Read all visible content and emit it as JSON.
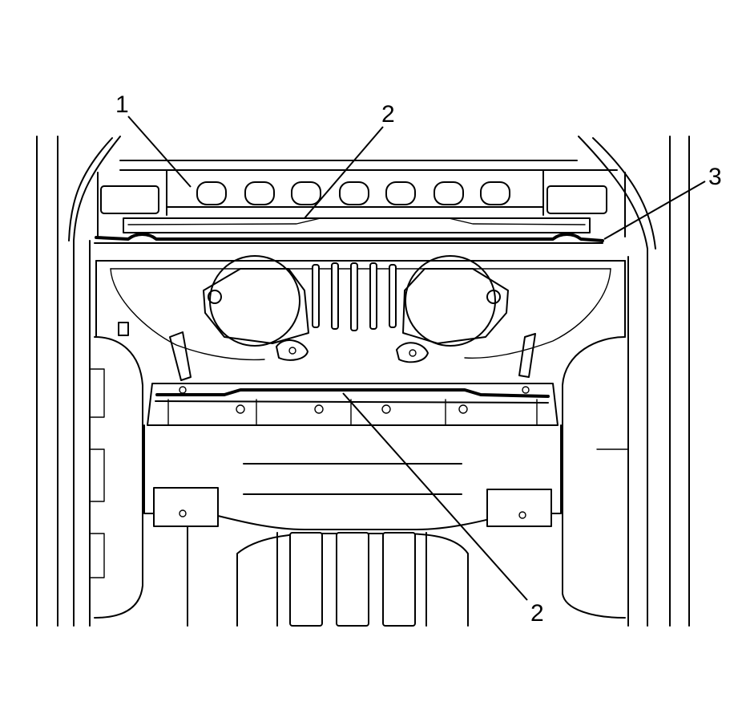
{
  "callouts": [
    {
      "id": "1",
      "label": "1"
    },
    {
      "id": "2a",
      "label": "2"
    },
    {
      "id": "3",
      "label": "3"
    },
    {
      "id": "2b",
      "label": "2"
    }
  ],
  "colors": {
    "line": "#000000",
    "background": "#ffffff"
  }
}
